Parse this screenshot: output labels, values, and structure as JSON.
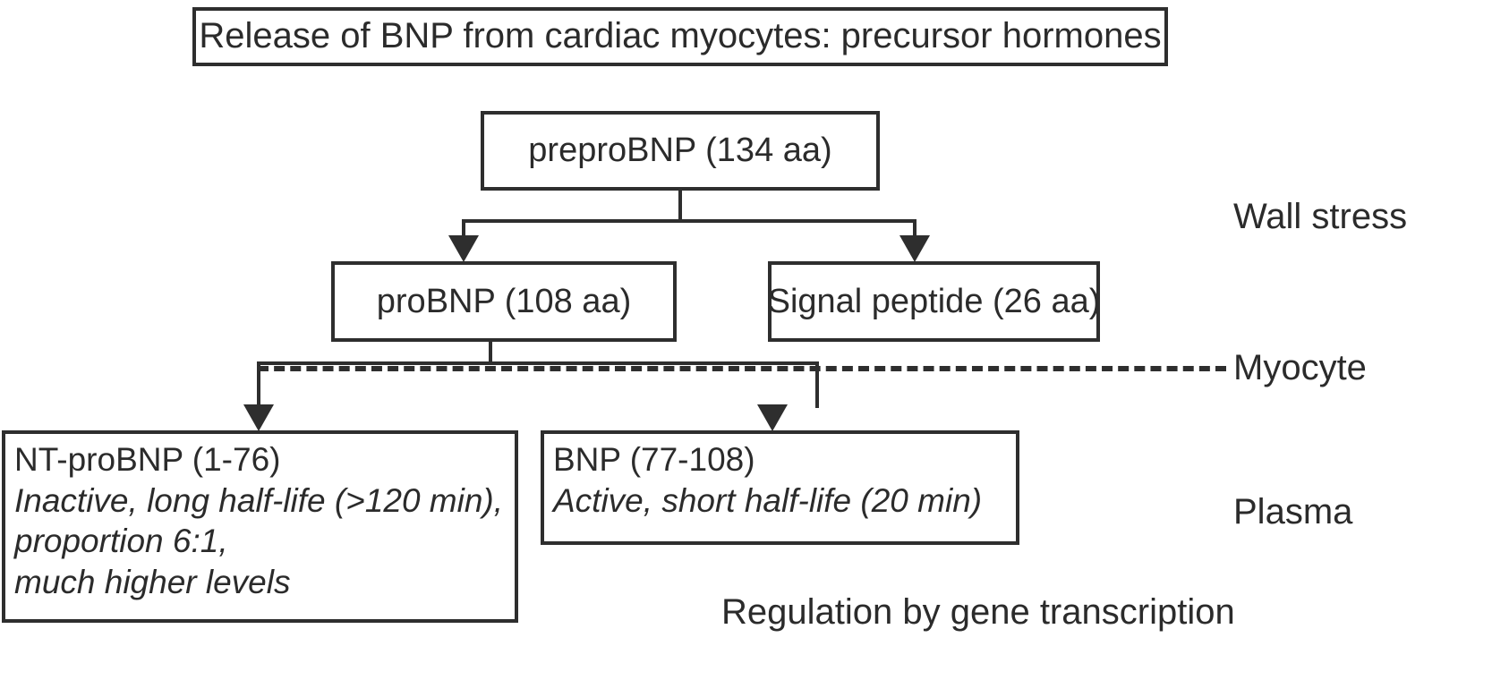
{
  "diagram": {
    "title": "Release of BNP from cardiac myocytes: precursor hormones",
    "nodes": {
      "preprobnp": "preproBNP (134 aa)",
      "probnp": "proBNP (108 aa)",
      "signal_peptide": "Signal peptide (26 aa)",
      "ntprobnp": {
        "heading": "NT-proBNP (1-76)",
        "line1": "Inactive, long half-life (>120 min),",
        "line2": "proportion 6:1,",
        "line3": "much higher levels"
      },
      "bnp": {
        "heading": "BNP (77-108)",
        "line1": "Active, short half-life (20 min)"
      }
    },
    "compartment_labels": {
      "wall_stress": "Wall stress",
      "myocyte": "Myocyte",
      "plasma": "Plasma"
    },
    "caption": "Regulation by gene transcription",
    "colors": {
      "stroke": "#2e2e2e",
      "text": "#2b2b2b",
      "background": "#ffffff"
    }
  }
}
